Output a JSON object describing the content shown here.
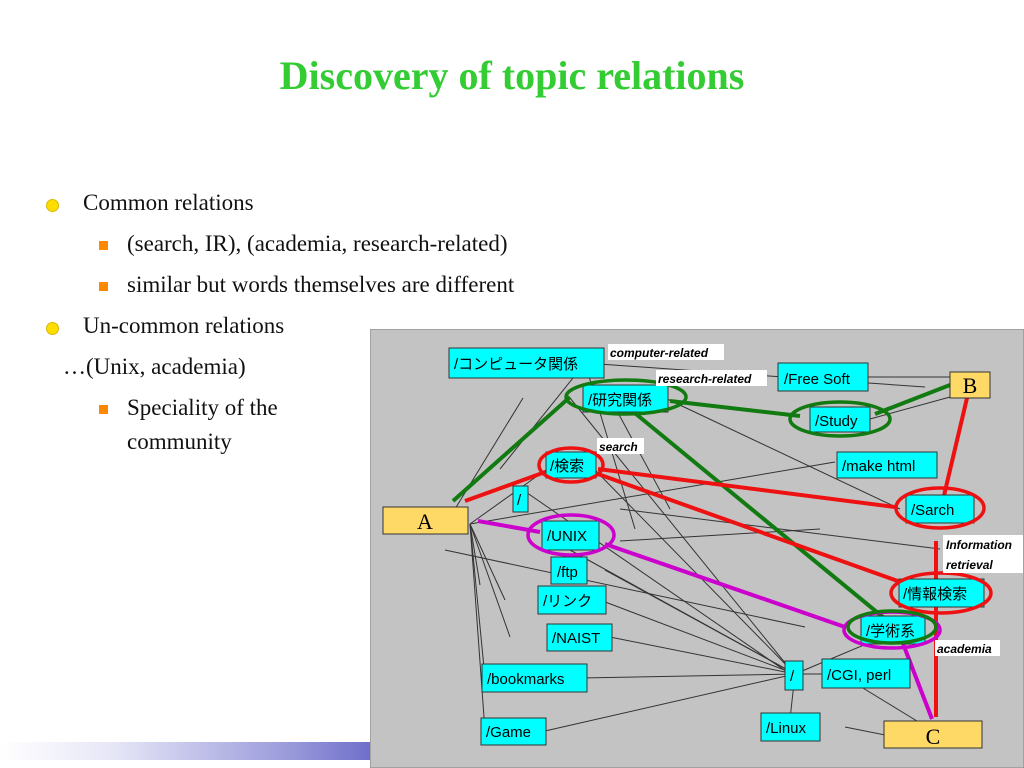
{
  "slide": {
    "title": "Discovery of topic relations",
    "bullets": [
      {
        "text": "Common relations"
      },
      {
        "text": "(search, IR), (academia, research-related)"
      },
      {
        "text": "similar but words themselves are different"
      },
      {
        "text": "Un-common relations"
      },
      {
        "text": "…(Unix, academia)"
      },
      {
        "text": "Speciality of the"
      },
      {
        "text": "community"
      }
    ]
  },
  "diagram": {
    "nodes": [
      {
        "id": "computer",
        "label": "/コンピュータ関係"
      },
      {
        "id": "research",
        "label": "/研究関係"
      },
      {
        "id": "freesoft",
        "label": "/Free Soft"
      },
      {
        "id": "study",
        "label": "/Study"
      },
      {
        "id": "kensaku",
        "label": "/検索"
      },
      {
        "id": "makehtml",
        "label": "/make html"
      },
      {
        "id": "slash1",
        "label": "/"
      },
      {
        "id": "sarch",
        "label": "/Sarch"
      },
      {
        "id": "unix",
        "label": "/UNIX"
      },
      {
        "id": "ftp",
        "label": "/ftp"
      },
      {
        "id": "link",
        "label": "/リンク"
      },
      {
        "id": "jouhou",
        "label": "/情報検索"
      },
      {
        "id": "naist",
        "label": "/NAIST"
      },
      {
        "id": "gakujutsu",
        "label": "/学術系"
      },
      {
        "id": "bookmarks",
        "label": "/bookmarks"
      },
      {
        "id": "slash2",
        "label": "/"
      },
      {
        "id": "cgiperl",
        "label": "/CGI, perl"
      },
      {
        "id": "game",
        "label": "/Game"
      },
      {
        "id": "linux",
        "label": "/Linux"
      }
    ],
    "user_nodes": {
      "A": "A",
      "B": "B",
      "C": "C"
    },
    "annotations": {
      "computer_related": "computer-related",
      "research_related": "research-related",
      "search": "search",
      "information": "Information",
      "retrieval": "retrieval",
      "academia": "academia"
    },
    "colors": {
      "background": "#c3c3c3",
      "node_fill": "#00ffff",
      "user_fill": "#ffd966",
      "green": "#117a11",
      "red": "#ee1111",
      "magenta": "#cc00cc",
      "edge": "#333333"
    }
  }
}
